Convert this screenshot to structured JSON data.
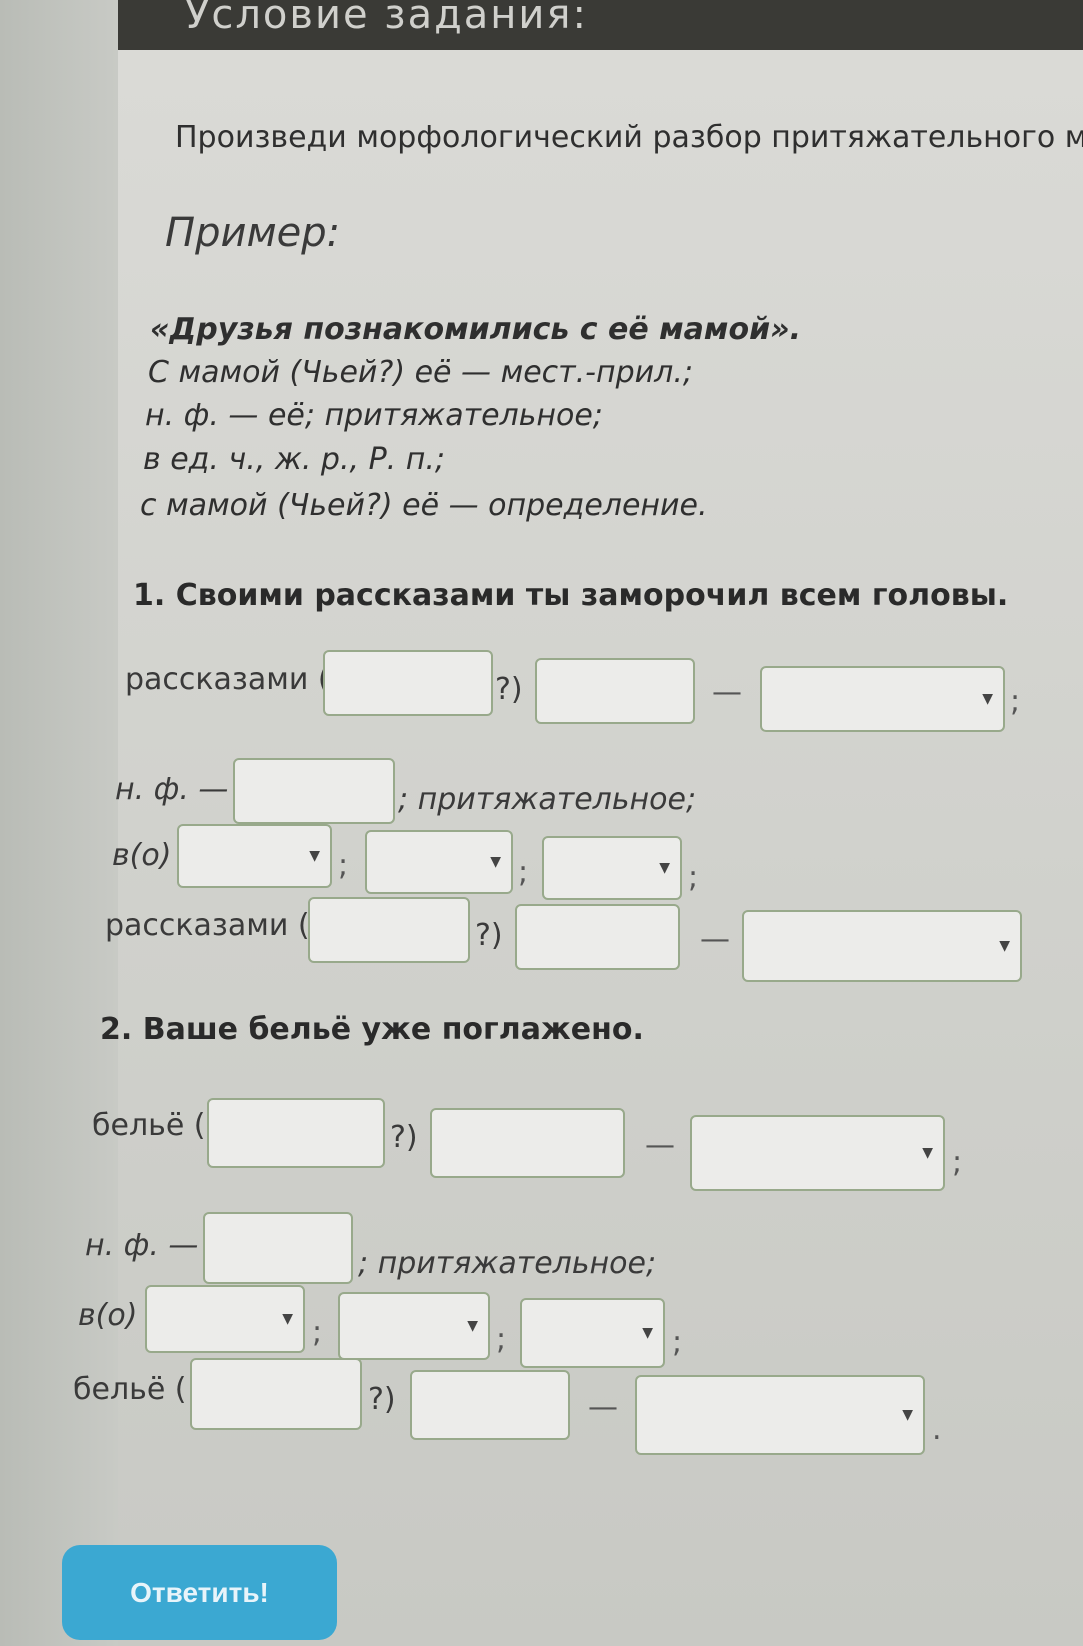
{
  "header": {
    "title": "Условие задания:"
  },
  "instruction": "Произведи морфологический разбор притяжательного м",
  "example": {
    "heading": "Пример:",
    "lines": [
      "«Друзья познакомились с её мамой».",
      "С мамой (Чьей?) её — мест.-прил.;",
      "н. ф. — её; притяжательное;",
      "в ед. ч., ж. р., Р. п.;",
      "с мамой (Чьей?) её — определение."
    ]
  },
  "tasks": [
    {
      "title": "1. Своими рассказами ты заморочил всем головы.",
      "word": "рассказами (",
      "q_close": "?)",
      "dash": "—",
      "semicolon": ";",
      "nf_label": "н. ф. —",
      "nf_suffix": "; притяжательное;",
      "v_label": "в(о)",
      "end_mark": ""
    },
    {
      "title": "2. Ваше бельё уже поглажено.",
      "word": "бельё (",
      "q_close": "?)",
      "dash": "—",
      "semicolon": ";",
      "nf_label": "н. ф. —",
      "nf_suffix": "; притяжательное;",
      "v_label": "в(о)",
      "end_mark": "."
    }
  ],
  "icons": {
    "dropdown": "triangle-down-icon"
  },
  "submit": {
    "label": "Ответить!"
  },
  "colors": {
    "button": "#3ba8d2",
    "field_border": "#98a98b",
    "top_bar": "#3a3a36"
  }
}
